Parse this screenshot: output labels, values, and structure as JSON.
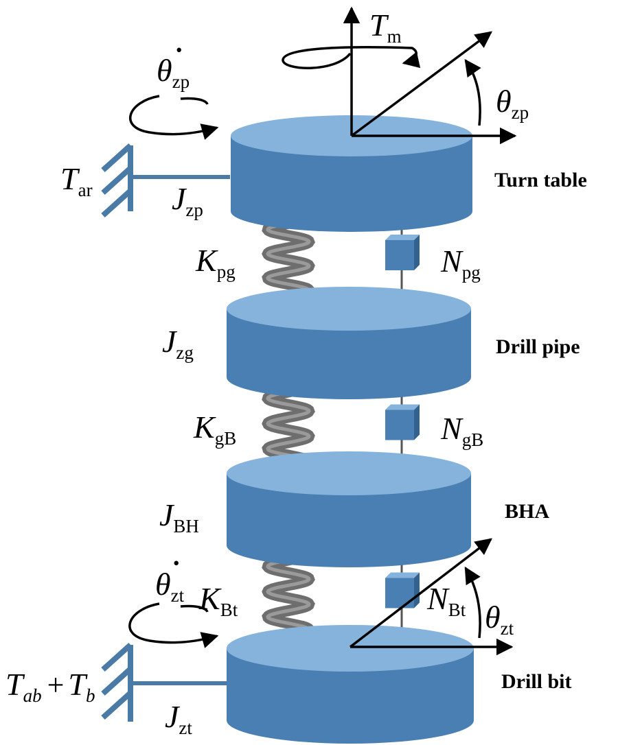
{
  "colors": {
    "disk_top": "#86b3db",
    "disk_side": "#4a7fb3",
    "bar": "#4a7aa6",
    "spring": "#6e6e6e",
    "damper": "#4a7fb3",
    "rod": "#555555",
    "axes": "#000000"
  },
  "icons": {
    "fixed_support": "hatched-wall-icon",
    "spring": "coil-spring-icon",
    "damper": "damper-box-icon",
    "rotation": "curved-rotation-arrow-icon"
  },
  "components": [
    {
      "id": "turntable",
      "name": "Turn table",
      "inertia": {
        "sym": "J",
        "sub": "zp"
      }
    },
    {
      "id": "drillpipe",
      "name": "Drill pipe",
      "inertia": {
        "sym": "J",
        "sub": "zg"
      }
    },
    {
      "id": "bha",
      "name": "BHA",
      "inertia": {
        "sym": "J",
        "sub": "BH"
      }
    },
    {
      "id": "drillbit",
      "name": "Drill bit",
      "inertia": {
        "sym": "J",
        "sub": "zt"
      }
    }
  ],
  "springs": [
    {
      "sym": "K",
      "sub": "pg"
    },
    {
      "sym": "K",
      "sub": "gB"
    },
    {
      "sym": "K",
      "sub": "Bt"
    }
  ],
  "dampers": [
    {
      "sym": "N",
      "sub": "pg"
    },
    {
      "sym": "N",
      "sub": "gB"
    },
    {
      "sym": "N",
      "sub": "Bt"
    }
  ],
  "torques": {
    "motor": {
      "sym": "T",
      "sub": "m"
    },
    "top_resist": {
      "sym": "T",
      "sub": "ar"
    },
    "bottom_resist": {
      "sym1": "T",
      "sub1": "ab",
      "op": "+",
      "sym2": "T",
      "sub2": "b"
    }
  },
  "angles": {
    "top_speed": {
      "sym": "θ",
      "dot": "•",
      "sub": "zp"
    },
    "top_angle": {
      "sym": "θ",
      "sub": "zp"
    },
    "bottom_speed": {
      "sym": "θ",
      "dot": "•",
      "sub": "zt"
    },
    "bottom_angle": {
      "sym": "θ",
      "sub": "zt"
    }
  }
}
